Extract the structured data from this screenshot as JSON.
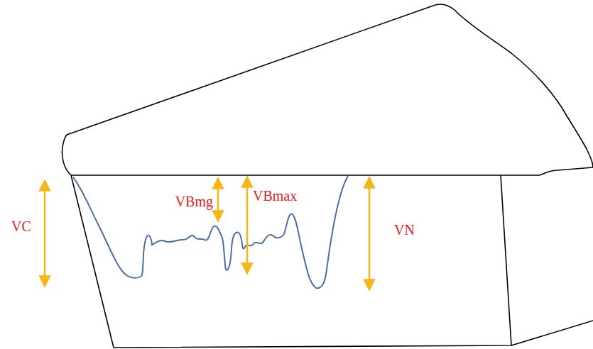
{
  "diagram": {
    "labels": [
      "VC",
      "VBmg",
      "VBmax",
      "VN"
    ]
  }
}
